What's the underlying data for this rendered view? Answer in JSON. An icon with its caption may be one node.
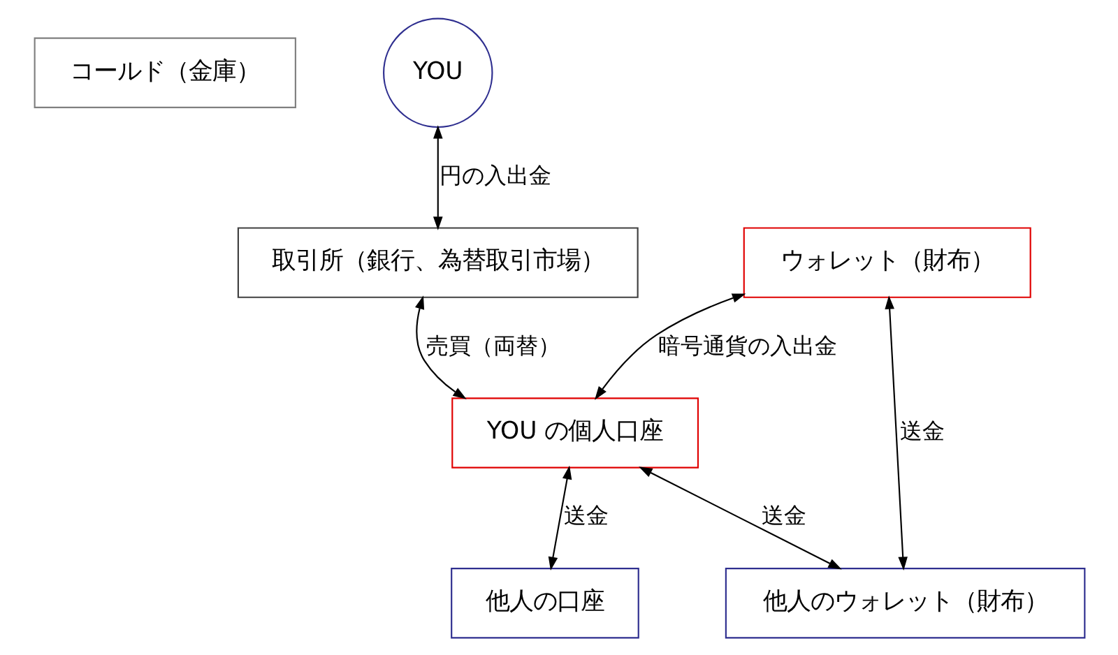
{
  "diagram": {
    "nodes": [
      {
        "text": [
          "コールド（金庫）"
        ]
      },
      {
        "text": [
          "YOU"
        ]
      },
      {
        "text": [
          "ウォレット（財布）"
        ]
      },
      {
        "text": [
          "取引所（銀行、為替取引市場）"
        ]
      },
      {
        "text": [
          "YOU の個人口座"
        ]
      },
      {
        "text": [
          "他人の口座"
        ]
      },
      {
        "text": [
          "他人のウォレット（財布）"
        ]
      }
    ],
    "edges": [
      {
        "from": 1,
        "to": 3,
        "arrow": "both",
        "label": "円の入出金"
      },
      {
        "from": 3,
        "to": 4,
        "arrow": "both",
        "label": "売買（両替）"
      },
      {
        "from": 2,
        "to": 4,
        "arrow": "both",
        "label": "暗号通貨の入出金"
      },
      {
        "from": 4,
        "to": 5,
        "arrow": "both",
        "label": "送金"
      },
      {
        "from": 2,
        "to": 6,
        "arrow": "both",
        "label": "送金"
      },
      {
        "from": 4,
        "to": 6,
        "arrow": "both",
        "label": "送金"
      }
    ]
  }
}
